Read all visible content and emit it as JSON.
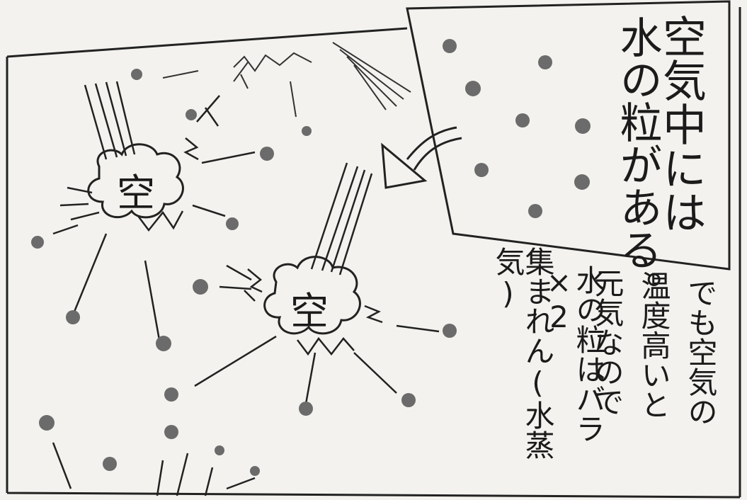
{
  "panel": {
    "inset_lines": [
      "空気中には",
      "水の粒がある。"
    ],
    "narration_lines": [
      "でも空気の",
      "温度高いと",
      "元気なので",
      "水の粒はバラ×2",
      "集まれん(水蒸気)"
    ]
  },
  "cloud_labels": [
    "空",
    "空"
  ],
  "colors": {
    "ink": "#1b1b1b",
    "paper": "#f3f2ee",
    "dot": "#6e6e6e"
  },
  "icons": [
    "arrow-icon",
    "cloud-icon",
    "water-particle-icon"
  ]
}
